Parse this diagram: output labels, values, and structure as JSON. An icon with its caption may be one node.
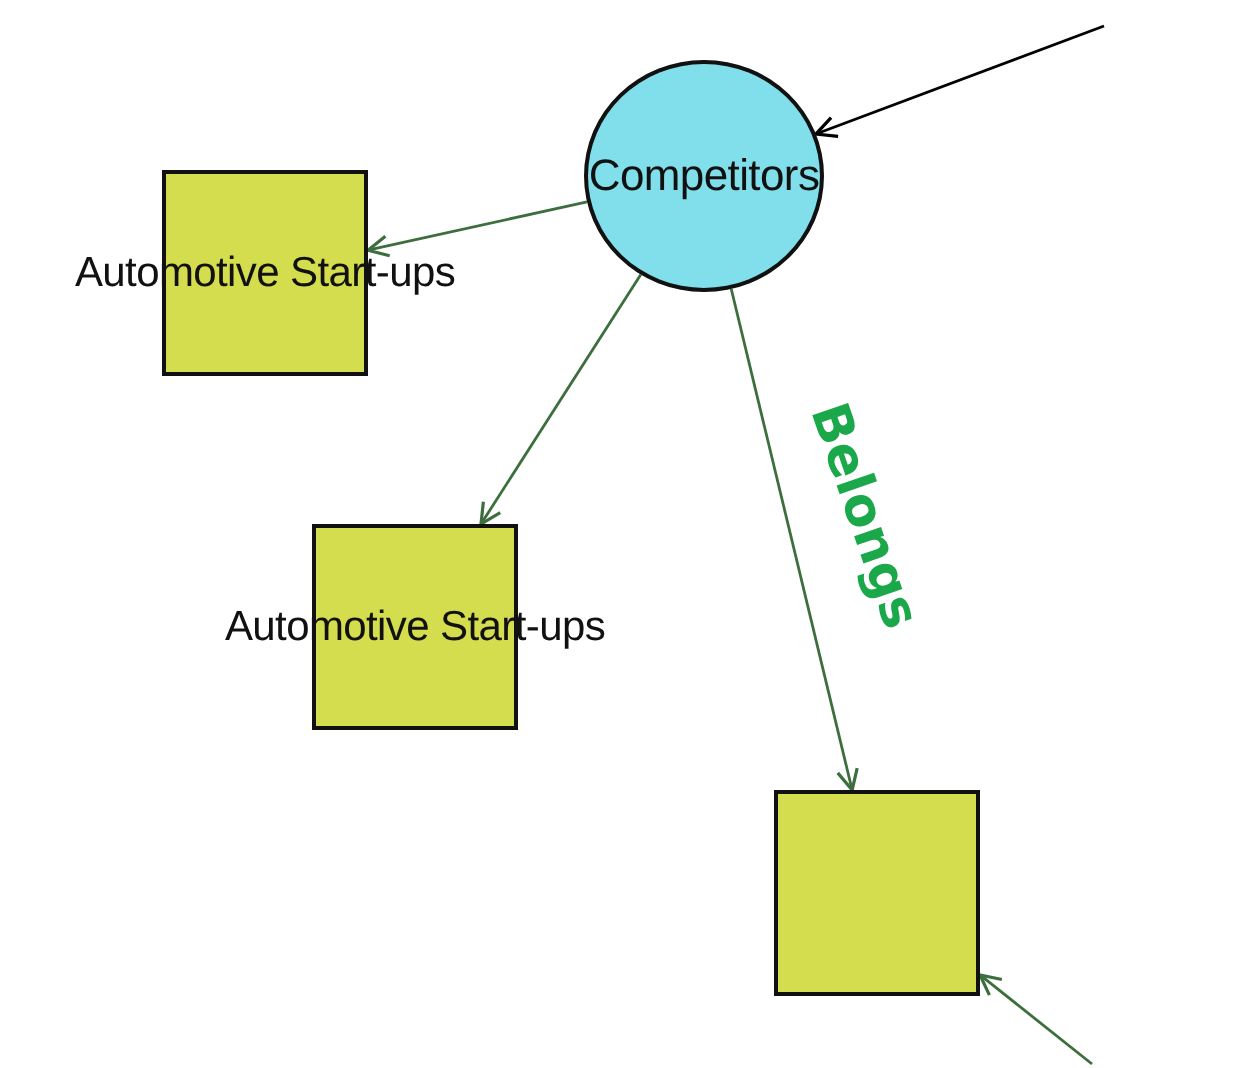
{
  "diagram": {
    "nodes": [
      {
        "text": [
          "Competitors"
        ]
      },
      {
        "text": [
          "Automotive Start-ups"
        ]
      },
      {
        "text": [
          "Automotive Start-ups"
        ]
      },
      {
        "text": [],
        "shape": "box"
      }
    ],
    "edges": [
      {
        "from": null,
        "to": 0,
        "arrow": "to",
        "color": "#000000"
      },
      {
        "from": 0,
        "to": 1,
        "arrow": "to"
      },
      {
        "from": 0,
        "to": 2,
        "arrow": "to"
      },
      {
        "from": 0,
        "to": 3,
        "arrow": "to",
        "label": "Belongs"
      },
      {
        "from": null,
        "to": 3,
        "arrow": "to"
      }
    ]
  }
}
